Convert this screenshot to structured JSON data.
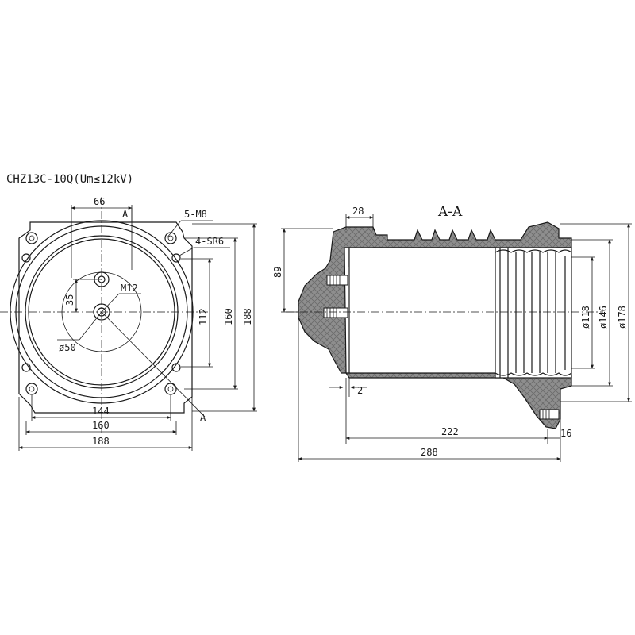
{
  "title": "CHZ13C-10Q(Um≤12kV)",
  "front_view": {
    "labels": {
      "hole_callout": "5-M8",
      "slot_callout": "4-SR6",
      "center_thread": "M12",
      "section_mark_top": "A",
      "section_mark_bottom": "A"
    },
    "dimensions": {
      "top_offset": "66",
      "vertical_35": "35",
      "bore_dia": "ø50",
      "height_112": "112",
      "height_160": "160",
      "height_188": "188",
      "width_144": "144",
      "width_160": "160",
      "width_188": "188"
    }
  },
  "section_view": {
    "label": "A-A",
    "dimensions": {
      "flange_28": "28",
      "depth_89": "89",
      "inner_dia_118": "ø118",
      "mid_dia_146": "ø146",
      "outer_dia_178": "ø178",
      "wall_2": "2",
      "length_222": "222",
      "length_288": "288",
      "flange_16": "16"
    }
  }
}
